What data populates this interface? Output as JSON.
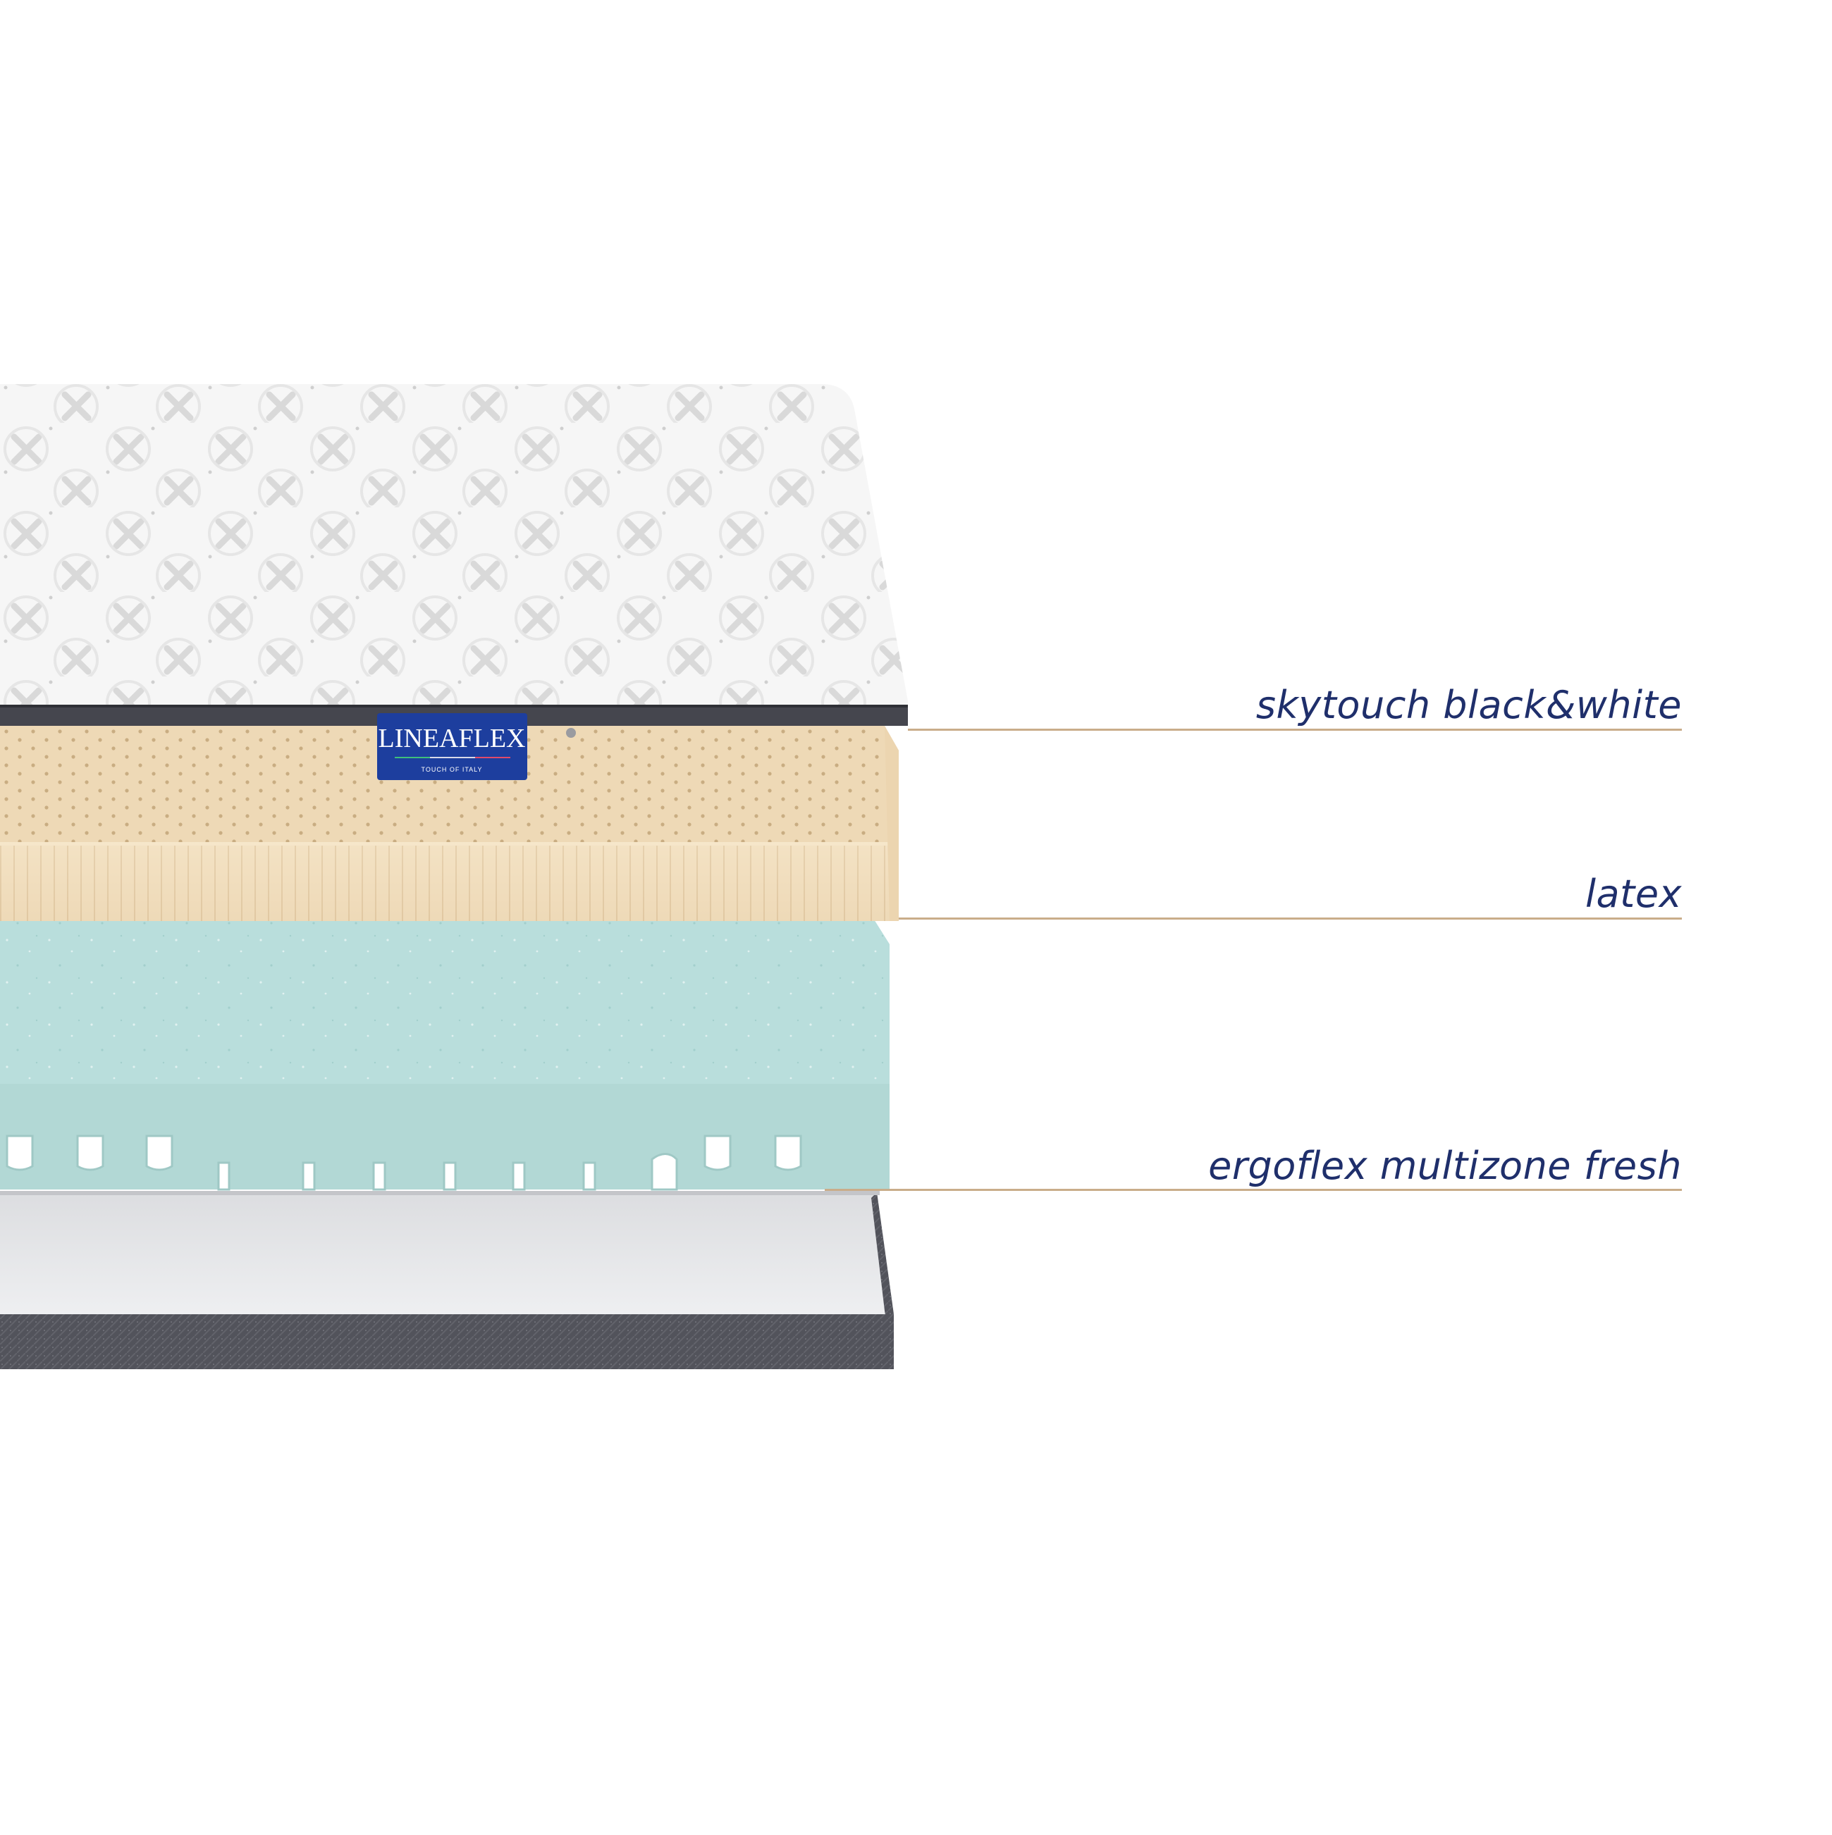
{
  "brand": {
    "name": "LINEAFLEX",
    "tagline": "TOUCH OF ITALY",
    "tag_color": "#1d3e9e"
  },
  "layers": [
    {
      "id": "skytouch",
      "label": "skytouch black&white",
      "color": "#f4f4f4"
    },
    {
      "id": "latex",
      "label": "latex",
      "color": "#f2dfbd"
    },
    {
      "id": "ergoflex",
      "label": "ergoflex multizone fresh",
      "color": "#b4dbd8"
    },
    {
      "id": "base",
      "label": "",
      "color": "#4d4e55"
    }
  ],
  "colors": {
    "label_text": "#1f2f6b",
    "leader_line": "#c9ad8a"
  }
}
